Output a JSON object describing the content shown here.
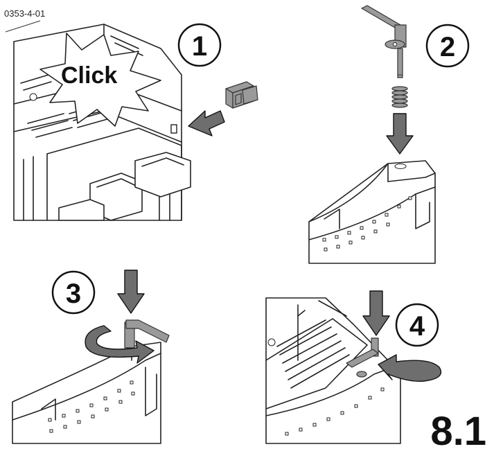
{
  "figure": {
    "code": "0353-4-01",
    "number": "8.1",
    "click_label": "Click",
    "steps": [
      "1",
      "2",
      "3",
      "4"
    ]
  },
  "colors": {
    "line": "#222222",
    "part_fill": "#9a9a9a",
    "arrow_fill": "#6e6e6e",
    "background": "#ffffff"
  }
}
